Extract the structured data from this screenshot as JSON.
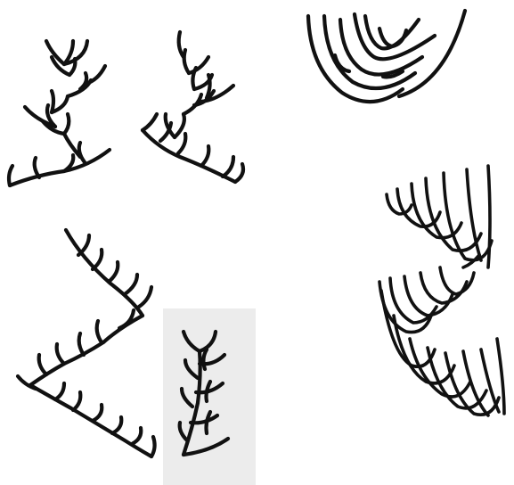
{
  "figure": {
    "colors": {
      "ink": "#111111",
      "background": "#ffffff",
      "panel": "#ececec"
    },
    "drawings": [
      "sympodial-branching-left",
      "sympodial-branching-right",
      "nested-arches-top",
      "nested-arches-stack-right",
      "zigzag-branching-bottom",
      "vertical-chain-inset"
    ]
  }
}
